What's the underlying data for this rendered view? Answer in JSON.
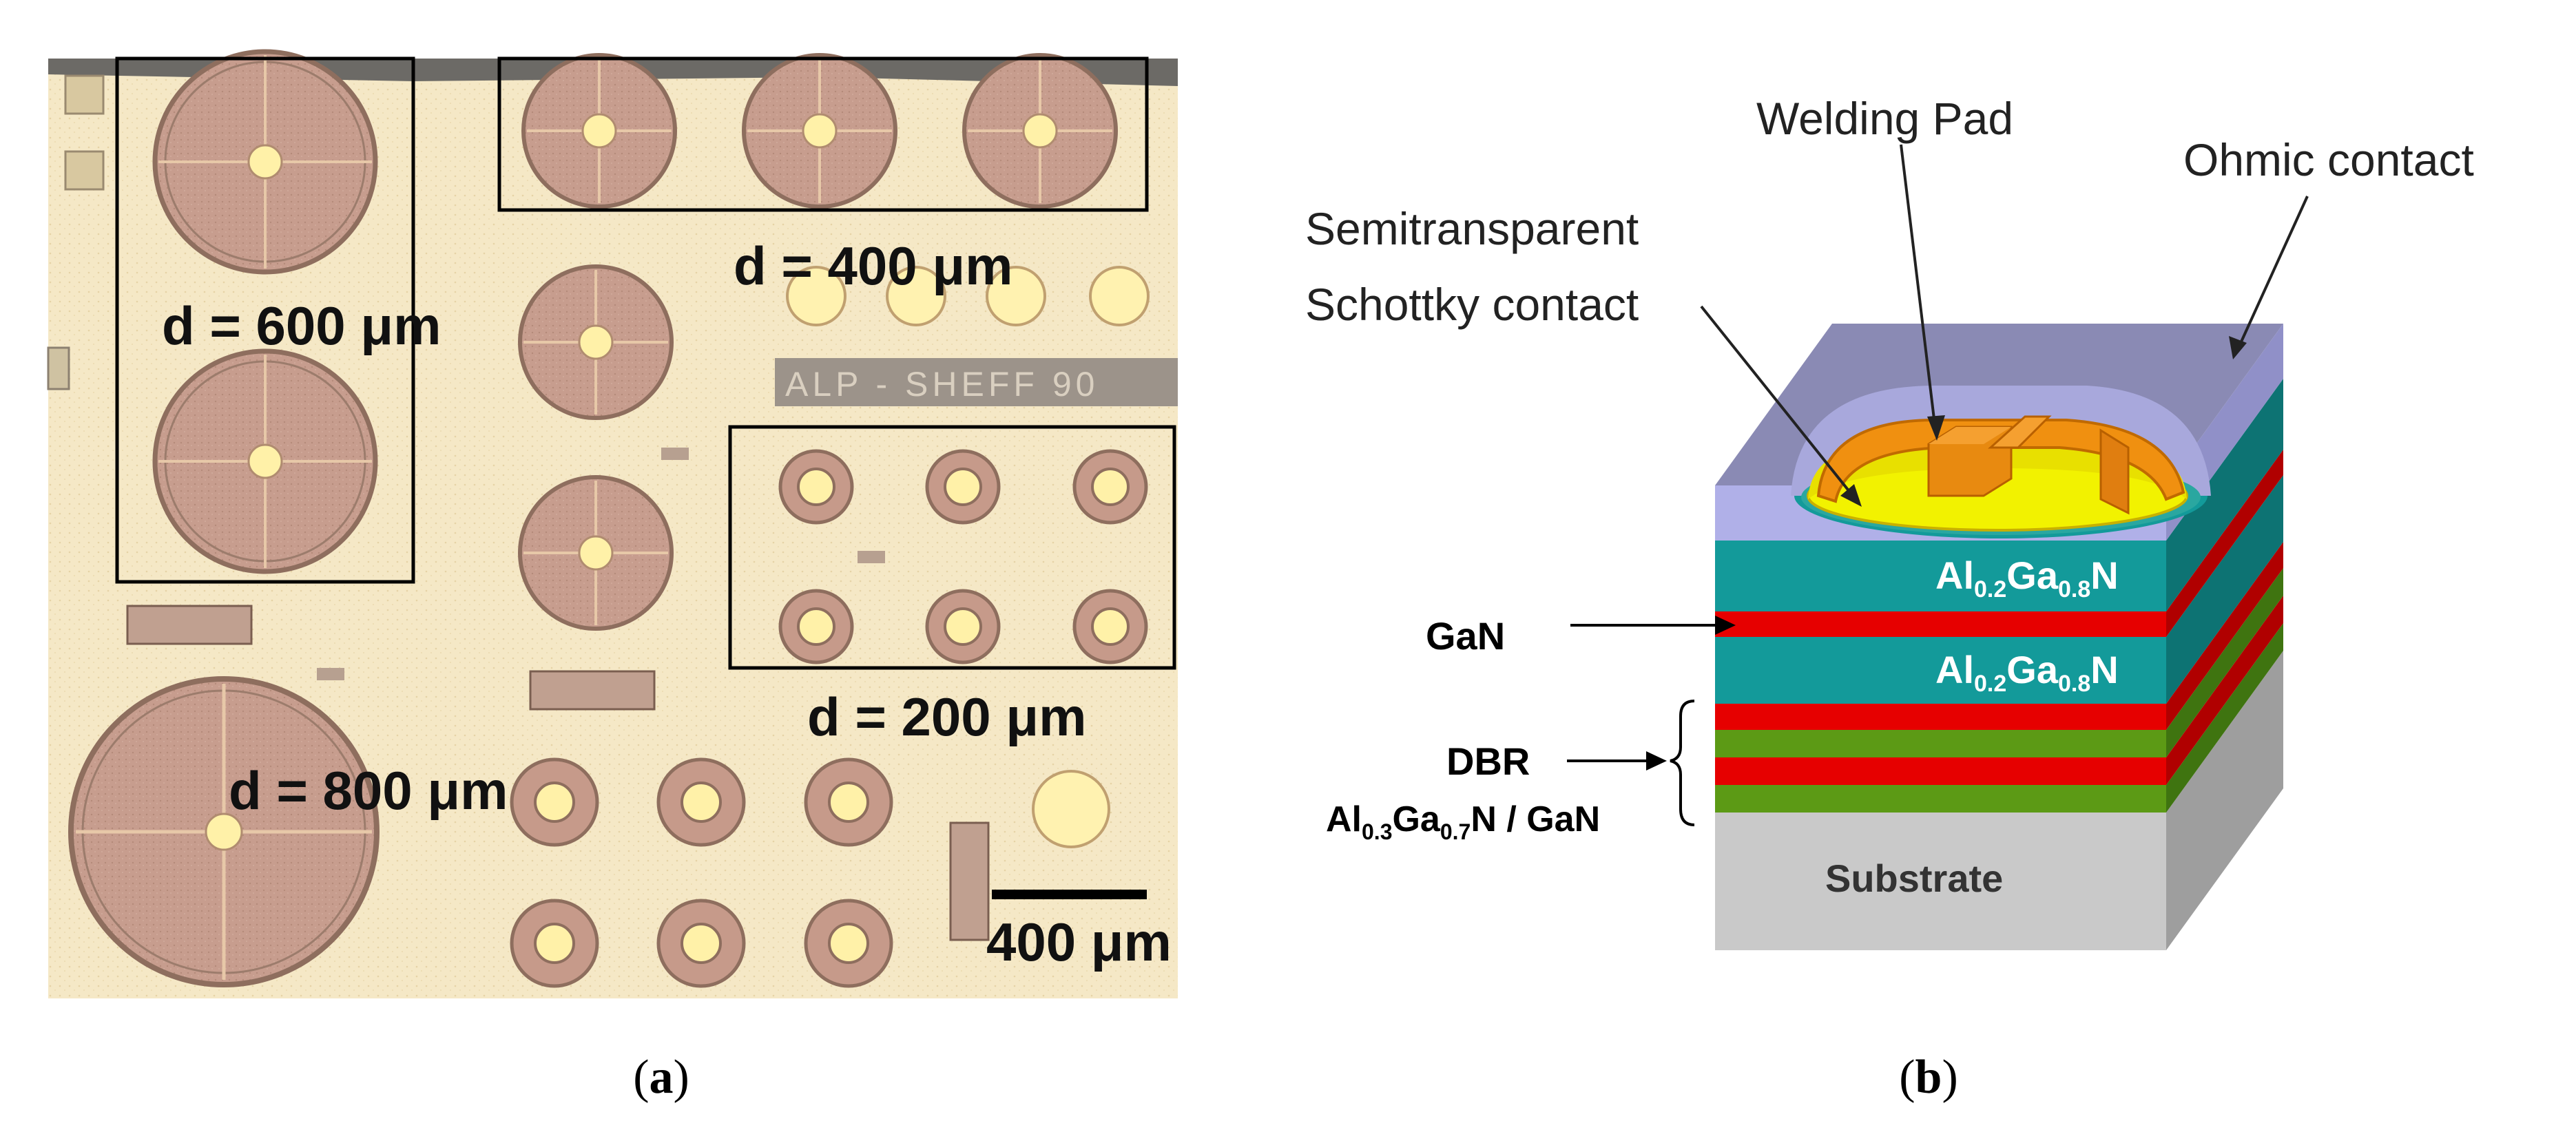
{
  "panel_a": {
    "caption_letter": "a",
    "labels": {
      "d600": "d = 600 μm",
      "d400": "d = 400 μm",
      "d200": "d = 200 μm",
      "d800": "d = 800 μm"
    },
    "chip_engraving": "ALP  -  SHEFF  90",
    "scale_bar_label": "400 μm",
    "colors": {
      "background": "#f4e7c3",
      "pad": "#c69a8a",
      "ring": "#9b7a68",
      "dot": "#fff3b0"
    }
  },
  "panel_b": {
    "caption_letter": "b",
    "callouts": {
      "welding_pad": "Welding Pad",
      "ohmic_contact": "Ohmic contact",
      "schottky_line1": "Semitransparent",
      "schottky_line2": "Schottky contact"
    },
    "side_labels": {
      "gan": "GaN",
      "dbr": "DBR",
      "dbr_material": "Al0.3Ga0.7N / GaN"
    },
    "layers": {
      "algan_top": "Al0.2Ga0.8N",
      "algan_mid": "Al0.2Ga0.8N",
      "substrate": "Substrate"
    },
    "colors": {
      "algan": "#139a9a",
      "gan": "#e60000",
      "dbr_green": "#5c9a15",
      "substrate": "#c9c9c9",
      "ohmic": "#b0b0e8",
      "schottky": "#f2f200",
      "pad": "#f09010"
    }
  }
}
